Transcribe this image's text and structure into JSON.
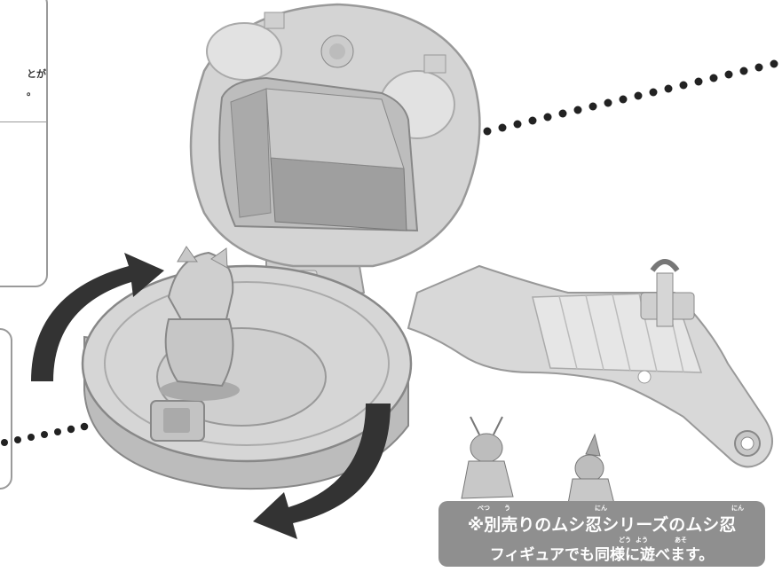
{
  "callout_top": {
    "line1": "とが",
    "line2": "。"
  },
  "note": {
    "line1": "※別売りのムシ忍シリーズのムシ忍",
    "line2": "フィギュアでも同様に遊べます。",
    "ruby": [
      "べつ",
      "う",
      "にん",
      "にん",
      "どう",
      "よう",
      "あそ"
    ]
  },
  "colors": {
    "toy": "#d2d2d2",
    "toy_shadow": "#a8a8a8",
    "arrow": "#333333",
    "note_bg": "#8f8f8f",
    "border": "#9a9a9a"
  },
  "icons": [
    "rotate-arrow-icon",
    "dotted-leader-icon"
  ]
}
